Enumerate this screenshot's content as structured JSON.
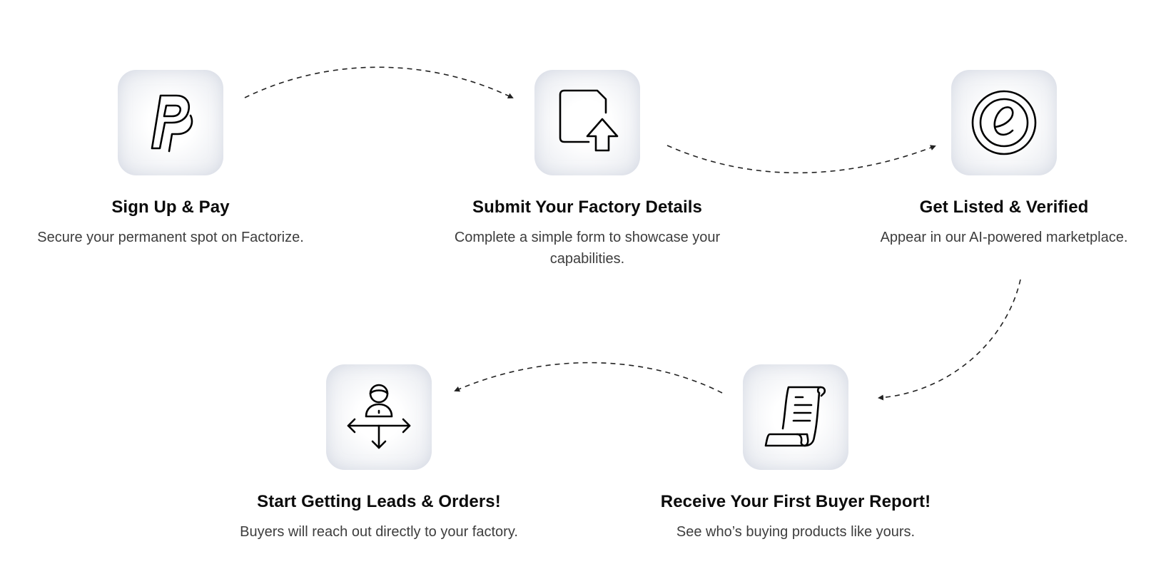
{
  "steps": [
    {
      "icon": "paypal-icon",
      "title": "Sign Up & Pay",
      "description": "Secure your permanent spot on Factorize."
    },
    {
      "icon": "file-upload-icon",
      "title": "Submit Your Factory Details",
      "description": "Complete a simple form to showcase your capabilities."
    },
    {
      "icon": "circled-e-icon",
      "title": "Get Listed & Verified",
      "description": "Appear in our AI-powered marketplace."
    },
    {
      "icon": "receipt-scroll-icon",
      "title": "Receive Your First Buyer Report!",
      "description": "See who’s buying products like yours."
    },
    {
      "icon": "person-directions-icon",
      "title": "Start Getting Leads & Orders!",
      "description": "Buyers will reach out directly to your factory."
    }
  ],
  "colors": {
    "tile_background": "#eef0f4",
    "title": "#0b0b0b",
    "description": "#3d3d3d",
    "connector": "#222222"
  }
}
